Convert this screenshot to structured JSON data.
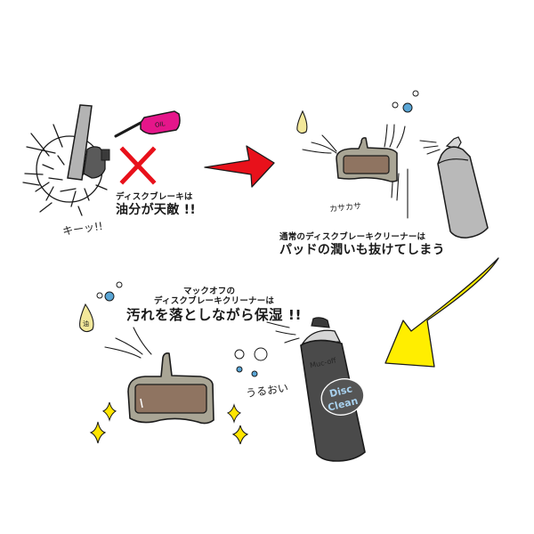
{
  "illustration": {
    "panels": [
      {
        "id": "oil-contamination",
        "caption_small": "ディスクブレーキは",
        "caption_large": "油分が天敵 !!",
        "sound_effect": "キーッ!!",
        "oil_bottle_label": "OIL",
        "symbol": "red-x"
      },
      {
        "id": "regular-cleaner",
        "caption_small": "通常のディスクブレーキクリーナーは",
        "caption_large": "パッドの潤いも抜けてしまう",
        "sound_effect": "カサカサ"
      },
      {
        "id": "mucoff-cleaner",
        "caption_top": "マックオフの",
        "caption_small": "ディスクブレーキクリーナーは",
        "caption_large": "汚れを落としながら保湿 !!",
        "sound_effect": "うるおい",
        "can_brand": "Muc-off",
        "can_label_line1": "Disc",
        "can_label_line2": "Clean",
        "oil_drop_char": "油"
      }
    ],
    "colors": {
      "red_arrow": "#e8111b",
      "yellow_arrow": "#ffee00",
      "oil_bottle": "#e5168a",
      "red_x": "#e8111b",
      "pad_backing": "#a9a595",
      "pad_friction": "#8f7461",
      "can_grey": "#b9b9b9",
      "can_dark": "#4a4a4a",
      "bubble_blue": "#5aa6d6",
      "sparkle_yellow": "#ffe500",
      "oil_drop": "#f3e89a"
    }
  }
}
